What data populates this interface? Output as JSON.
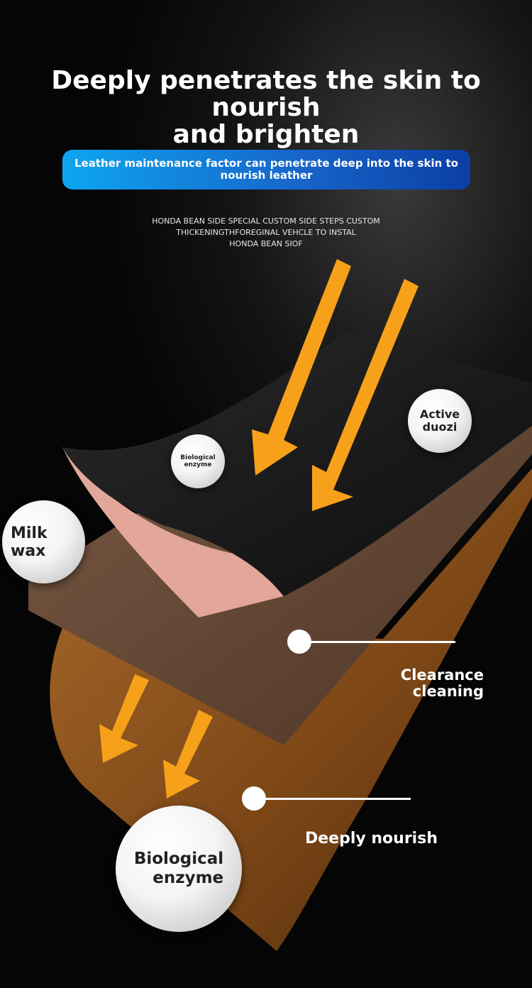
{
  "headline": {
    "line1": "Deeply penetrates the skin to nourish",
    "line2": "and brighten"
  },
  "banner": "Leather maintenance factor can penetrate deep into the skin to nourish leather",
  "fine_print": [
    "HONDA BEAN SIDE SPECIAL CUSTOM SIDE STEPS CUSTOM",
    "THICKENINGTHFOREGINAL VEHCLE TO INSTAL",
    "HONDA BEAN SIOF"
  ],
  "balls": {
    "active": [
      "Active",
      "duozi"
    ],
    "bio_small": [
      "Biological",
      "enzyme"
    ],
    "milk": [
      "Milk",
      "wax"
    ],
    "bio_large": [
      "Biological",
      "enzyme"
    ]
  },
  "callouts": {
    "clearance": [
      "Clearance",
      "cleaning"
    ],
    "nourish": "Deeply nourish"
  },
  "colors": {
    "arrow": "#f7a11a",
    "banner_start": "#0ea5ef",
    "banner_end": "#0b3fa5",
    "leather_top": "#1a1a1a",
    "suede": "#6b4a35",
    "base": "#8a5520"
  }
}
